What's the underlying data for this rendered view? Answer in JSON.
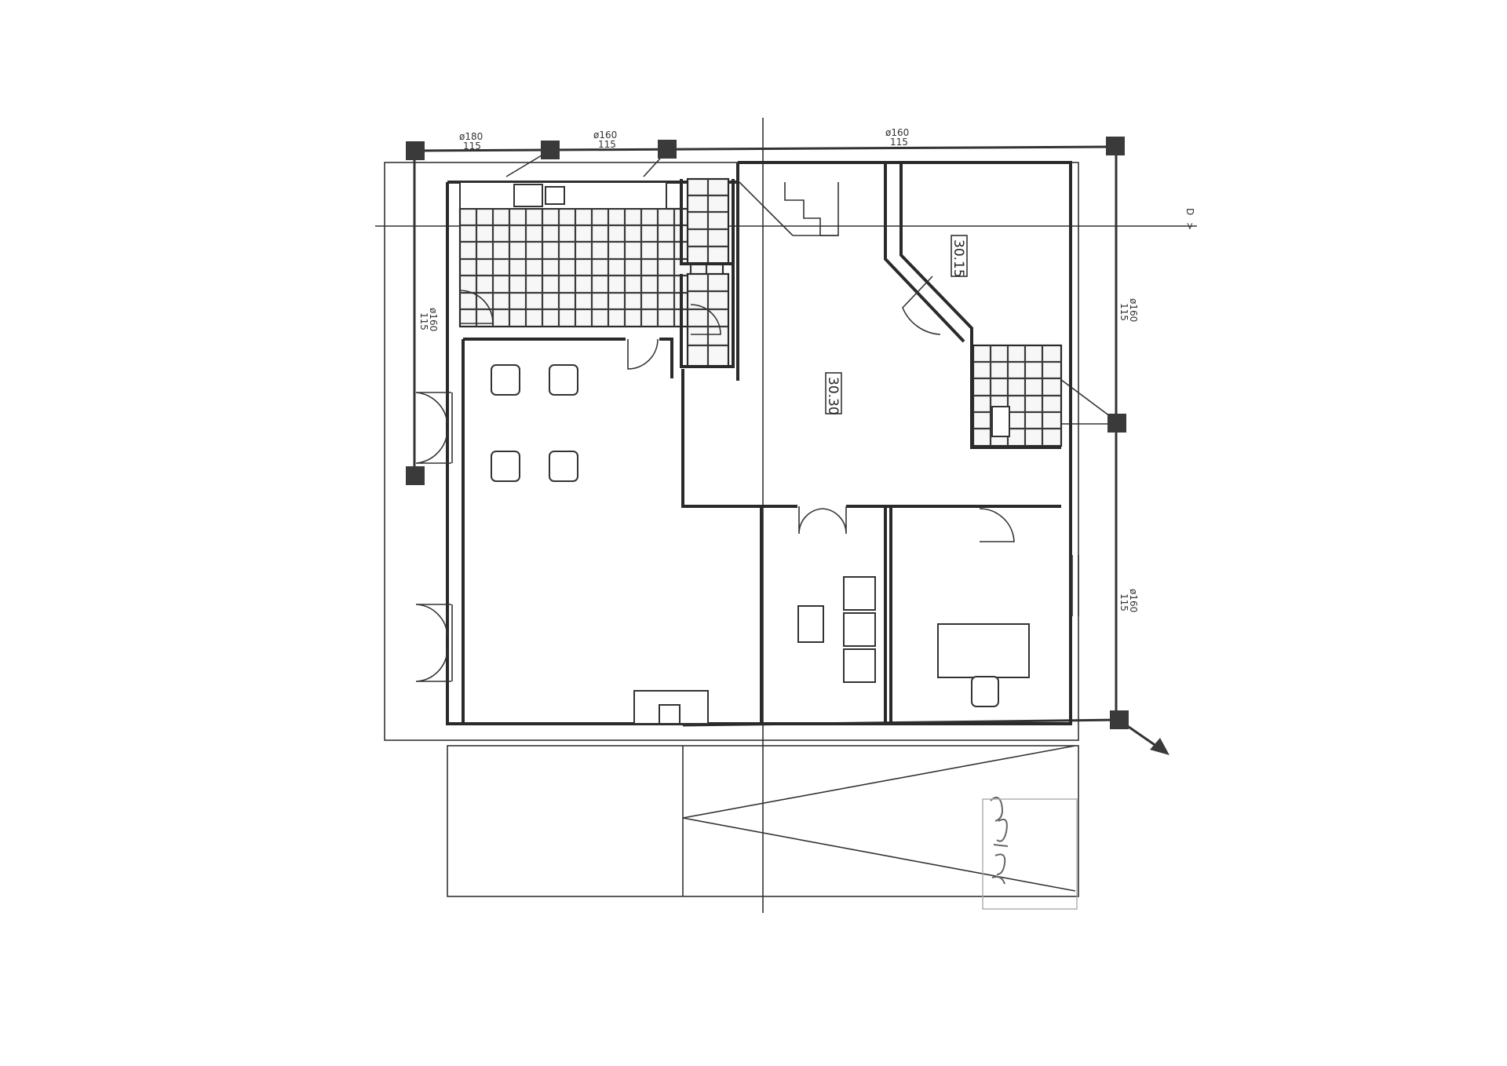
{
  "drawing": {
    "room_labels": [
      "30.15",
      "30.30"
    ],
    "pipe_labels": [
      {
        "size": "ø180",
        "len": "115"
      },
      {
        "size": "ø160",
        "len": "115"
      },
      {
        "size": "ø160",
        "len": "115"
      },
      {
        "size": "ø160",
        "len": "115"
      },
      {
        "size": "ø160",
        "len": "115"
      },
      {
        "size": "ø160",
        "len": "115"
      }
    ],
    "section_marker": "D"
  }
}
